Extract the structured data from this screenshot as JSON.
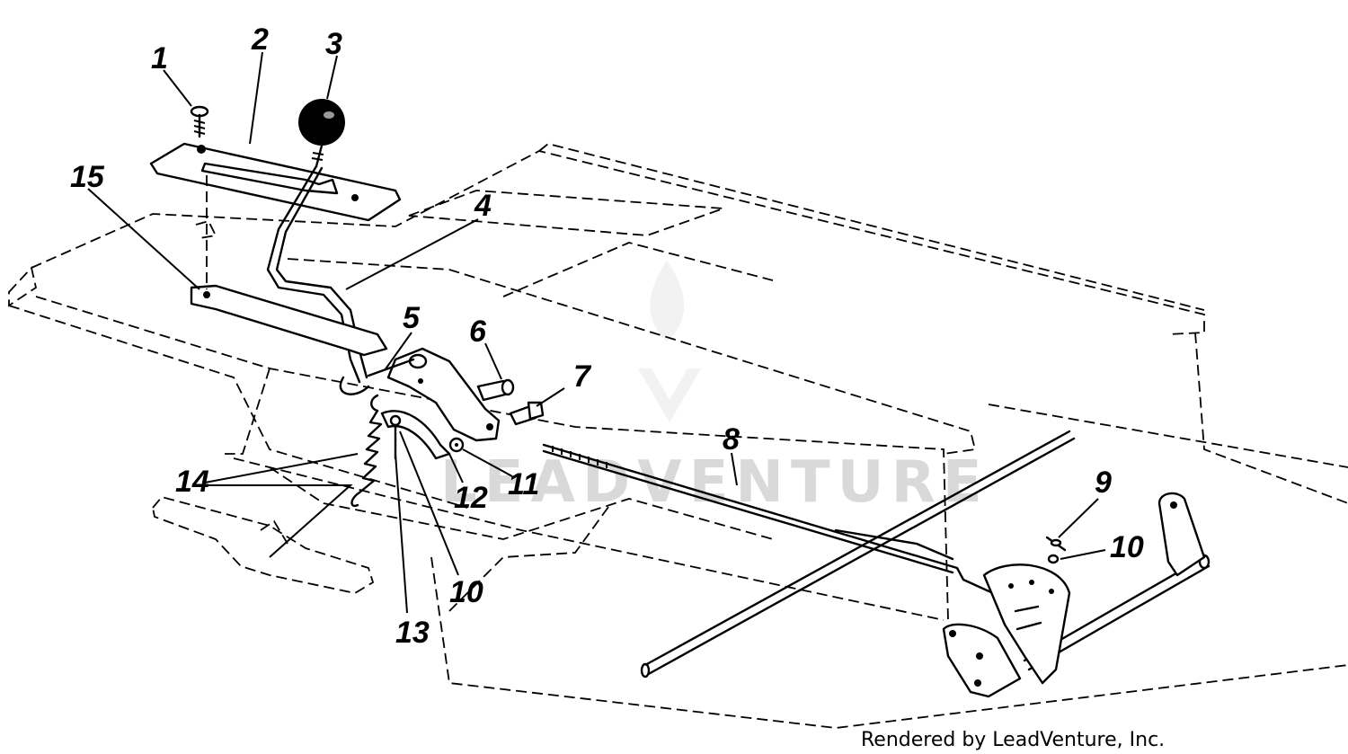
{
  "callouts": [
    {
      "n": "1"
    },
    {
      "n": "2"
    },
    {
      "n": "3"
    },
    {
      "n": "4"
    },
    {
      "n": "5"
    },
    {
      "n": "6"
    },
    {
      "n": "7"
    },
    {
      "n": "8"
    },
    {
      "n": "9"
    },
    {
      "n": "10"
    },
    {
      "n": "10"
    },
    {
      "n": "11"
    },
    {
      "n": "12"
    },
    {
      "n": "13"
    },
    {
      "n": "14"
    },
    {
      "n": "15"
    }
  ],
  "watermark": "LEADVENTURE",
  "credit": "Rendered by LeadVenture, Inc.",
  "colors": {
    "ink": "#000000",
    "watermark": "#d9d9d9",
    "background": "#ffffff"
  }
}
